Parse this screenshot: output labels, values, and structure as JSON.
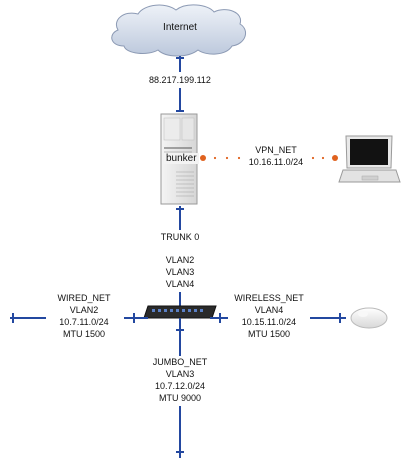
{
  "internet": {
    "label": "Internet",
    "ip": "88.217.199.112"
  },
  "server": {
    "label": "bunker"
  },
  "vpn": {
    "name": "VPN_NET",
    "subnet": "10.16.11.0/24"
  },
  "trunk": {
    "label": "TRUNK 0",
    "vlans": [
      "VLAN2",
      "VLAN3",
      "VLAN4"
    ]
  },
  "wired": {
    "name": "WIRED_NET",
    "vlan": "VLAN2",
    "subnet": "10.7.11.0/24",
    "mtu": "MTU 1500"
  },
  "wireless": {
    "name": "WIRELESS_NET",
    "vlan": "VLAN4",
    "subnet": "10.15.11.0/24",
    "mtu": "MTU 1500"
  },
  "jumbo": {
    "name": "JUMBO_NET",
    "vlan": "VLAN3",
    "subnet": "10.7.12.0/24",
    "mtu": "MTU 9000"
  },
  "colors": {
    "link": "#2348a0",
    "vpn_dot": "#e0621e",
    "cloud": "#cfd9ea"
  }
}
